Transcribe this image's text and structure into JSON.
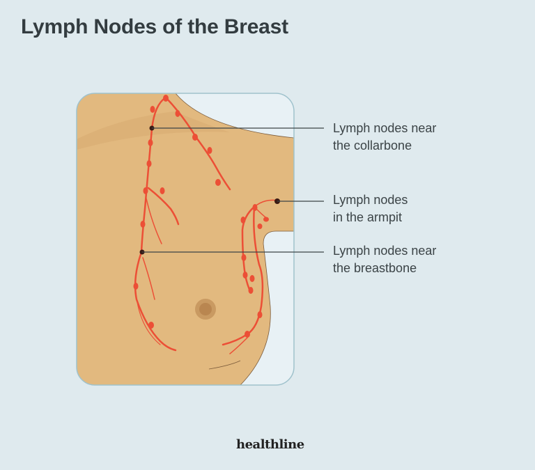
{
  "title": "Lymph Nodes of the Breast",
  "labels": [
    {
      "line1": "Lymph nodes near",
      "line2": "the collarbone"
    },
    {
      "line1": "Lymph nodes",
      "line2": "in the armpit"
    },
    {
      "line1": "Lymph nodes near",
      "line2": "the breastbone"
    }
  ],
  "brand": "healthline",
  "colors": {
    "background": "#dfeaee",
    "skin": "#e2b97f",
    "lymph": "#ec4f36",
    "text": "#3b4346"
  }
}
